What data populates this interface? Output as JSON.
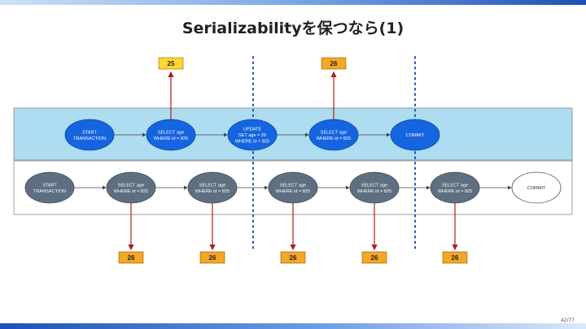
{
  "slide": {
    "title": "Serializabilityを保つなら(1)",
    "page_number": "42/77"
  },
  "colors": {
    "upper_band": "#aedcf0",
    "upper_node": "#1565e0",
    "lower_node": "#5d6f80",
    "value_yellow": "#ffd62e",
    "value_orange": "#f5a623",
    "arrow_red": "#b01e1e",
    "dotted_blue": "#1f4fb5"
  },
  "upper_row": {
    "nodes": [
      {
        "lines": [
          "START",
          "TRANSACTION"
        ]
      },
      {
        "lines": [
          "SELECT age",
          "WHERE id = 825"
        ]
      },
      {
        "lines": [
          "UPDATE",
          "SET age = 26",
          "WHERE id = 825"
        ]
      },
      {
        "lines": [
          "SELECT age",
          "WHERE id = 825"
        ]
      },
      {
        "lines": [
          "COMMIT"
        ]
      }
    ],
    "results": [
      {
        "value": "25",
        "node_index": 1,
        "color": "yellow"
      },
      {
        "value": "26",
        "node_index": 3,
        "color": "orange"
      }
    ]
  },
  "lower_row": {
    "nodes": [
      {
        "lines": [
          "START",
          "TRANSACTION"
        ]
      },
      {
        "lines": [
          "SELECT age",
          "WHERE id = 825"
        ]
      },
      {
        "lines": [
          "SELECT age",
          "WHERE id = 825"
        ]
      },
      {
        "lines": [
          "SELECT age",
          "WHERE id = 825"
        ]
      },
      {
        "lines": [
          "SELECT age",
          "WHERE id = 825"
        ]
      },
      {
        "lines": [
          "SELECT age",
          "WHERE id = 825"
        ]
      },
      {
        "lines": [
          "COMMIT"
        ]
      }
    ],
    "results": [
      {
        "value": "26",
        "node_index": 1
      },
      {
        "value": "26",
        "node_index": 2
      },
      {
        "value": "26",
        "node_index": 3
      },
      {
        "value": "26",
        "node_index": 4
      },
      {
        "value": "26",
        "node_index": 5
      }
    ]
  }
}
